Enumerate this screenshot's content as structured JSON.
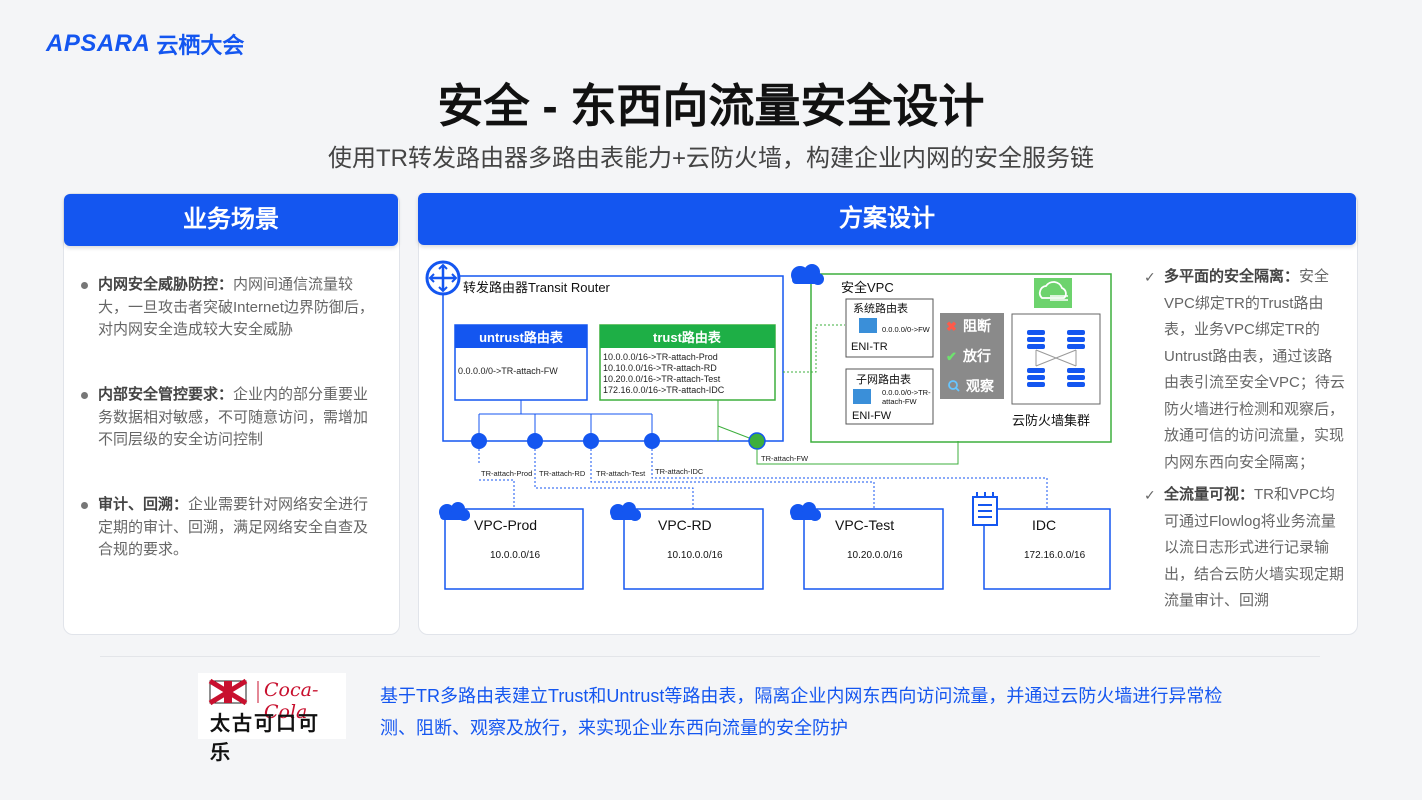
{
  "brand": {
    "name_en": "APSARA",
    "name_cn": "云栖大会"
  },
  "title": "安全 - 东西向流量安全设计",
  "subtitle": "使用TR转发路由器多路由表能力+云防火墙，构建企业内网的安全服务链",
  "left_panel": {
    "header": "业务场景",
    "items": [
      {
        "title": "内网安全威胁防控：",
        "body": "内网间通信流量较大，一旦攻击者突破Internet边界防御后，对内网安全造成较大安全威胁"
      },
      {
        "title": "内部安全管控要求：",
        "body": "企业内的部分重要业务数据相对敏感，不可随意访问，需增加不同层级的安全访问控制"
      },
      {
        "title": "审计、回溯：",
        "body": "企业需要针对网络安全进行定期的审计、回溯，满足网络安全自查及合规的要求。"
      }
    ]
  },
  "right_panel": {
    "header": "方案设计",
    "notes": [
      {
        "title": "多平面的安全隔离：",
        "body": "安全VPC绑定TR的Trust路由表，业务VPC绑定TR的Untrust路由表，通过该路由表引流至安全VPC；待云防火墙进行检测和观察后，放通可信的访问流量，实现内网东西向安全隔离；"
      },
      {
        "title": "全流量可视：",
        "body": "TR和VPC均可通过Flowlog将业务流量以流日志形式进行记录输出，结合云防火墙实现定期流量审计、回溯"
      }
    ]
  },
  "diagram": {
    "router_label": "转发路由器Transit Router",
    "untrust_title": "untrust路由表",
    "untrust_routes": [
      "0.0.0.0/0->TR-attach-FW"
    ],
    "trust_title": "trust路由表",
    "trust_routes": [
      "10.0.0.0/16->TR-attach-Prod",
      "10.10.0.0/16->TR-attach-RD",
      "10.20.0.0/16->TR-attach-Test",
      "172.16.0.0/16->TR-attach-IDC"
    ],
    "attach_labels": [
      "TR-attach-Prod",
      "TR-attach-RD",
      "TR-attach-Test",
      "TR-attach-IDC",
      "TR-attach-FW"
    ],
    "security_vpc": "安全VPC",
    "system_rt": {
      "title": "系统路由表",
      "route": "0.0.0.0/0->FW",
      "eni": "ENI-TR"
    },
    "subnet_rt": {
      "title": "子网路由表",
      "route_line1": "0.0.0.0/0->TR-",
      "route_line2": "attach-FW",
      "eni": "ENI-FW"
    },
    "actions": [
      "阻断",
      "放行",
      "观察"
    ],
    "fw_cluster": "云防火墙集群",
    "vpcs": [
      {
        "name": "VPC-Prod",
        "cidr": "10.0.0.0/16"
      },
      {
        "name": "VPC-RD",
        "cidr": "10.10.0.0/16"
      },
      {
        "name": "VPC-Test",
        "cidr": "10.20.0.0/16"
      },
      {
        "name": "IDC",
        "cidr": "172.16.0.0/16"
      }
    ],
    "colors": {
      "blue": "#1456f0",
      "green": "#3daf3d",
      "gray": "#8a8a8a"
    }
  },
  "footer": {
    "logo_line1": "Coca-Cola",
    "logo_line2": "太古可口可乐",
    "text": "基于TR多路由表建立Trust和Untrust等路由表，隔离企业内网东西向访问流量，并通过云防火墙进行异常检测、阻断、观察及放行，来实现企业东西向流量的安全防护"
  }
}
